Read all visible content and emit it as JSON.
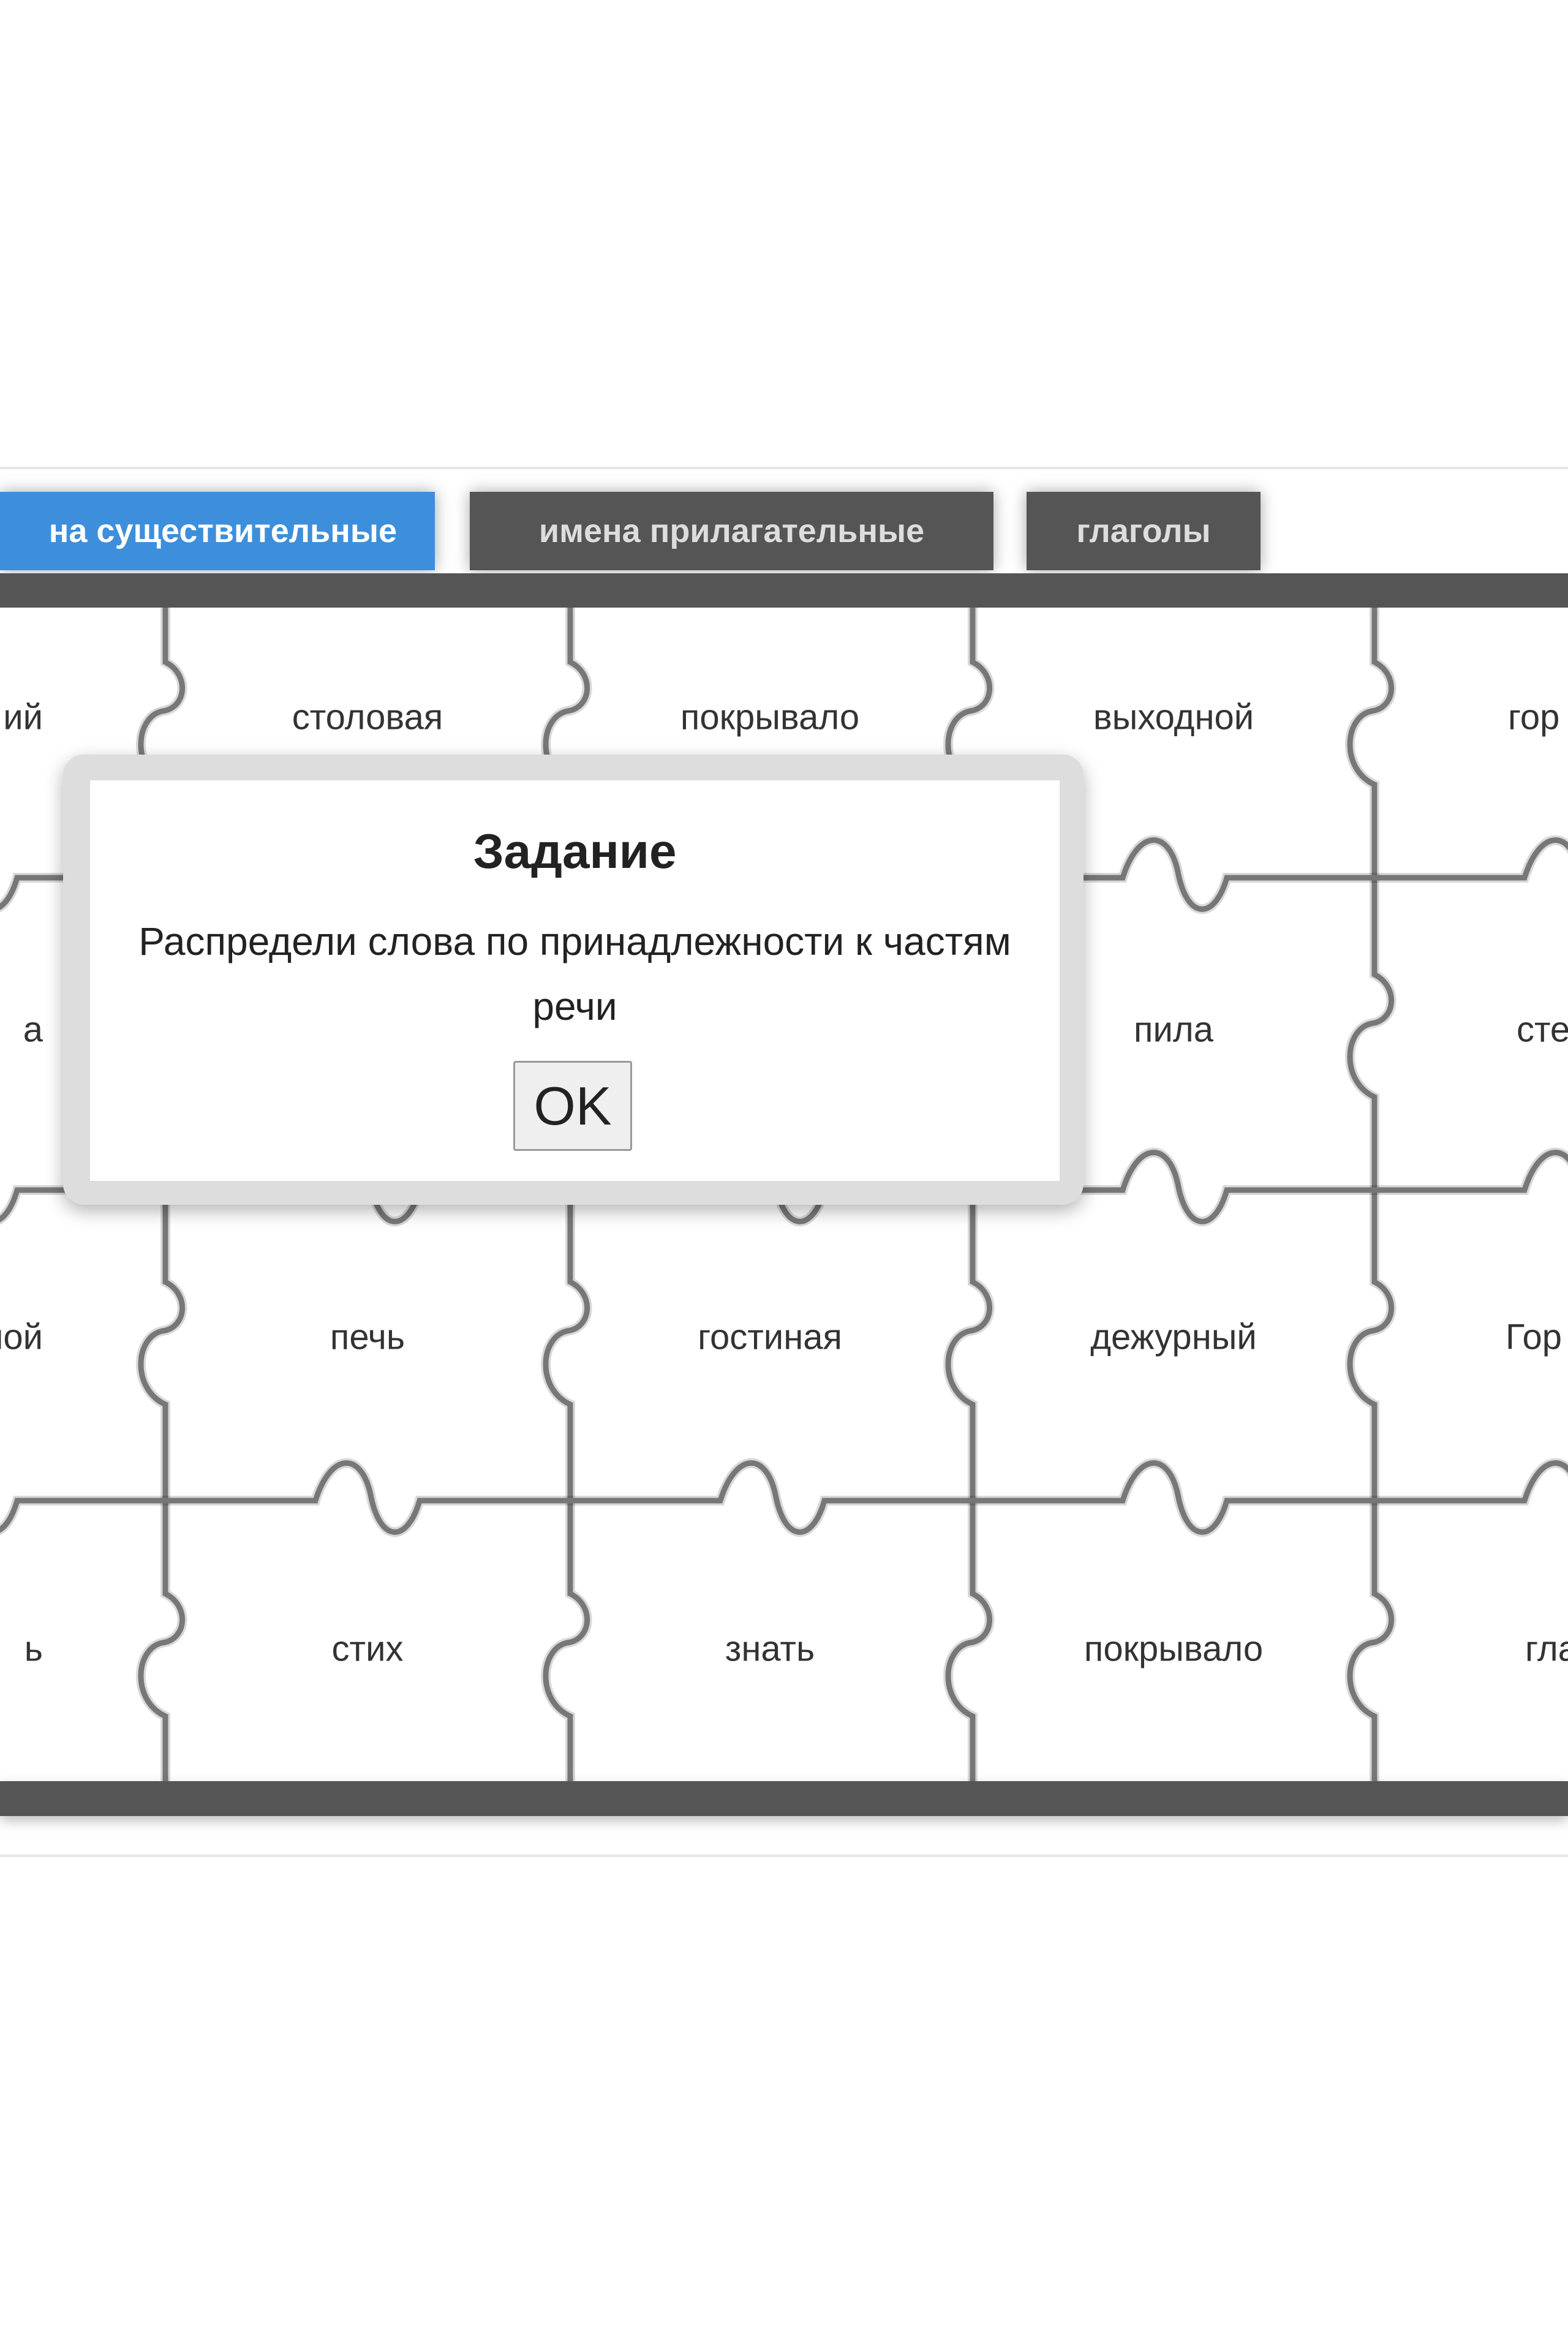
{
  "tabs": [
    {
      "label": "на существительные",
      "active": true
    },
    {
      "label": "имена прилагательные",
      "active": false
    },
    {
      "label": "глаголы",
      "active": false
    }
  ],
  "colors": {
    "active_tab": "#3d8fdb",
    "tab": "#555555",
    "frame": "#555555",
    "piece_outline": "#777777"
  },
  "puzzle": {
    "rows": [
      [
        "ий",
        "столовая",
        "покрывало",
        "выходной",
        "гор"
      ],
      [
        "а",
        "",
        "",
        "пила",
        "сте"
      ],
      [
        "ной",
        "печь",
        "гостиная",
        "дежурный",
        "Гор"
      ],
      [
        "ь",
        "стих",
        "знать",
        "покрывало",
        "гла"
      ]
    ]
  },
  "dialog": {
    "title": "Задание",
    "body": "Распредели слова по принадлежности к частям речи",
    "ok_label": "OK"
  }
}
